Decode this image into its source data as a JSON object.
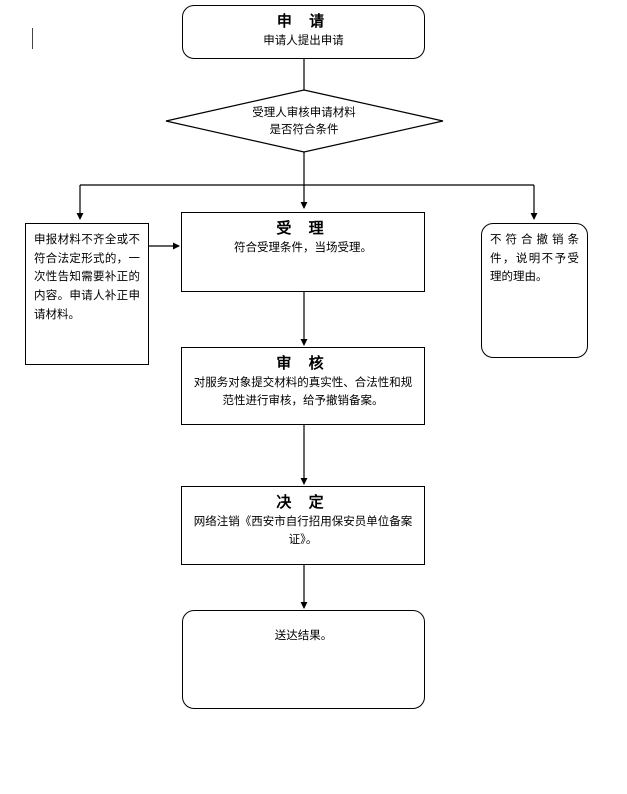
{
  "document": {
    "kind": "flowchart",
    "language": "zh-CN",
    "caret_mark": ""
  },
  "nodes": {
    "apply": {
      "title": "申  请",
      "body": "申请人提出申请"
    },
    "decision": {
      "line1": "受理人审核申请材料",
      "line2": "是否符合条件"
    },
    "supplement": {
      "body": "申报材料不齐全或不符合法定形式的，一次性告知需要补正的内容。申请人补正申请材料。"
    },
    "accept": {
      "title": "受  理",
      "body": "符合受理条件，当场受理。"
    },
    "reject": {
      "body": "不符合撤销条件，说明不予受理的理由。"
    },
    "review": {
      "title": "审  核",
      "body": "对服务对象提交材料的真实性、合法性和规范性进行审核，给予撤销备案。"
    },
    "decide": {
      "title": "决  定",
      "body": "网络注销《西安市自行招用保安员单位备案证》。"
    },
    "deliver": {
      "body": "送达结果。"
    }
  },
  "connectors": {
    "apply_to_decision": "vertical-line",
    "decision_to_branch": "vertical-line",
    "branch_bus": "horizontal-line",
    "branch_to_supplement": "arrow-down",
    "branch_to_accept": "arrow-down",
    "branch_to_reject": "arrow-down",
    "supplement_to_accept": "arrow-right",
    "accept_to_review": "arrow-down",
    "review_to_decide": "arrow-down",
    "decide_to_deliver": "arrow-down"
  },
  "style": {
    "stroke": "#000000",
    "background": "#ffffff"
  }
}
